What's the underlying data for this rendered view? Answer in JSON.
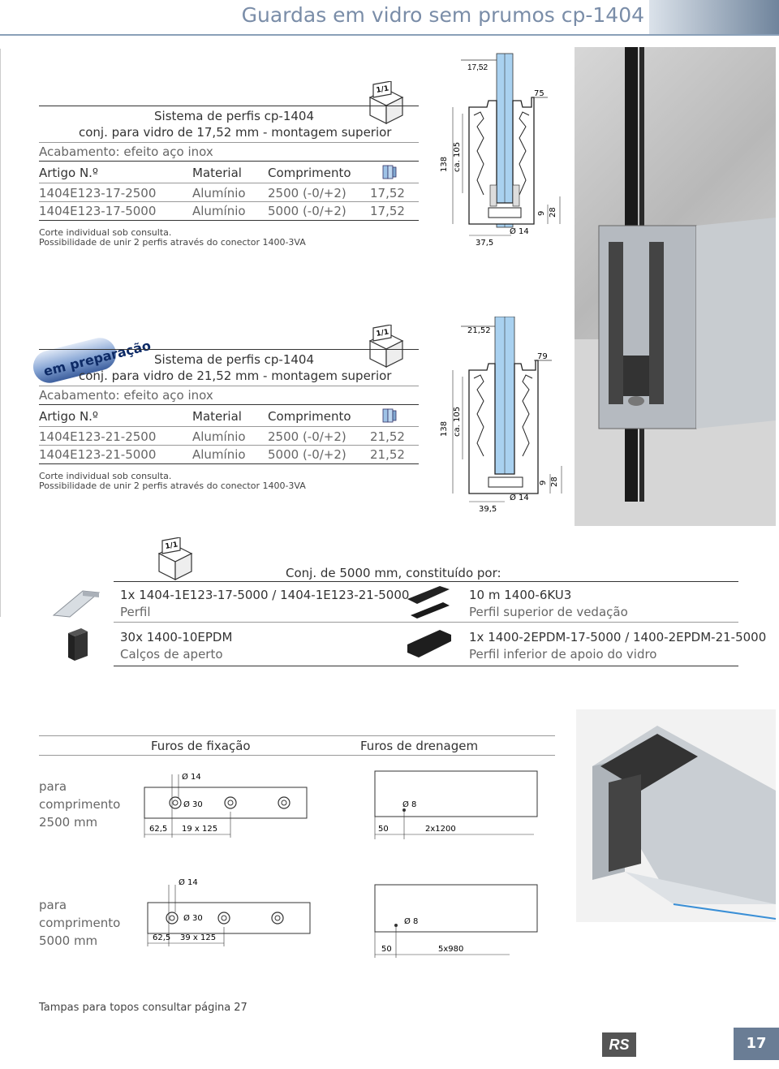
{
  "header": {
    "title": "Guardas em vidro sem prumos cp-1404"
  },
  "section1": {
    "line1": "Sistema de perfis cp-1404",
    "line2": "conj. para vidro de 17,52 mm - montagem superior",
    "finish": "Acabamento: efeito aço inox",
    "columns": [
      "Artigo N.º",
      "Material",
      "Comprimento"
    ],
    "rows": [
      [
        "1404E123-17-2500",
        "Alumínio",
        "2500 (-0/+2)",
        "17,52"
      ],
      [
        "1404E123-17-5000",
        "Alumínio",
        "5000 (-0/+2)",
        "17,52"
      ]
    ],
    "note1": "Corte individual sob consulta.",
    "note2": "Possibilidade de unir 2 perfis através do conector 1400-3VA",
    "dims": {
      "top": "17,52",
      "w": "75",
      "h": "138",
      "ca": "ca. 105",
      "d9": "9",
      "d28": "28",
      "bottom": "37,5",
      "hole": "Ø 14"
    }
  },
  "section2": {
    "badge": "em preparação",
    "line1": "Sistema de perfis cp-1404",
    "line2": "conj. para vidro de 21,52 mm - montagem superior",
    "finish": "Acabamento: efeito aço inox",
    "columns": [
      "Artigo N.º",
      "Material",
      "Comprimento"
    ],
    "rows": [
      [
        "1404E123-21-2500",
        "Alumínio",
        "2500 (-0/+2)",
        "21,52"
      ],
      [
        "1404E123-21-5000",
        "Alumínio",
        "5000 (-0/+2)",
        "21,52"
      ]
    ],
    "note1": "Corte individual sob consulta.",
    "note2": "Possibilidade de unir 2 perfis através do conector 1400-3VA",
    "dims": {
      "top": "21,52",
      "w": "79",
      "h": "138",
      "ca": "ca. 105",
      "d9": "9",
      "d28": "28",
      "bottom": "39,5",
      "hole": "Ø 14"
    }
  },
  "icon_label": "1/1",
  "set": {
    "title": "Conj. de 5000 mm, constituído por:",
    "items": [
      {
        "code": "1x 1404-1E123-17-5000 / 1404-1E123-21-5000",
        "desc": "Perfil"
      },
      {
        "code": "10 m 1400-6KU3",
        "desc": "Perfil superior de vedação"
      },
      {
        "code": "30x 1400-10EPDM",
        "desc": "Calços de aperto"
      },
      {
        "code": "1x 1400-2EPDM-17-5000 / 1400-2EPDM-21-5000",
        "desc": "Perfil inferior de apoio do vidro"
      }
    ]
  },
  "holes": {
    "fix_title": "Furos de fixação",
    "drain_title": "Furos de drenagem",
    "len1": [
      "para",
      "comprimento",
      "2500 mm"
    ],
    "len2": [
      "para",
      "comprimento",
      "5000 mm"
    ],
    "d14": "Ø 14",
    "d30": "Ø 30",
    "d8": "Ø 8",
    "a1": "62,5",
    "a2": "19 x 125",
    "b1": "62,5",
    "b2": "39 x 125",
    "c1": "50",
    "c2": "2x1200",
    "e1": "50",
    "e2": "5x980"
  },
  "footer": {
    "note": "Tampas para topos consultar página 27",
    "logo": "RS",
    "page": "17"
  }
}
